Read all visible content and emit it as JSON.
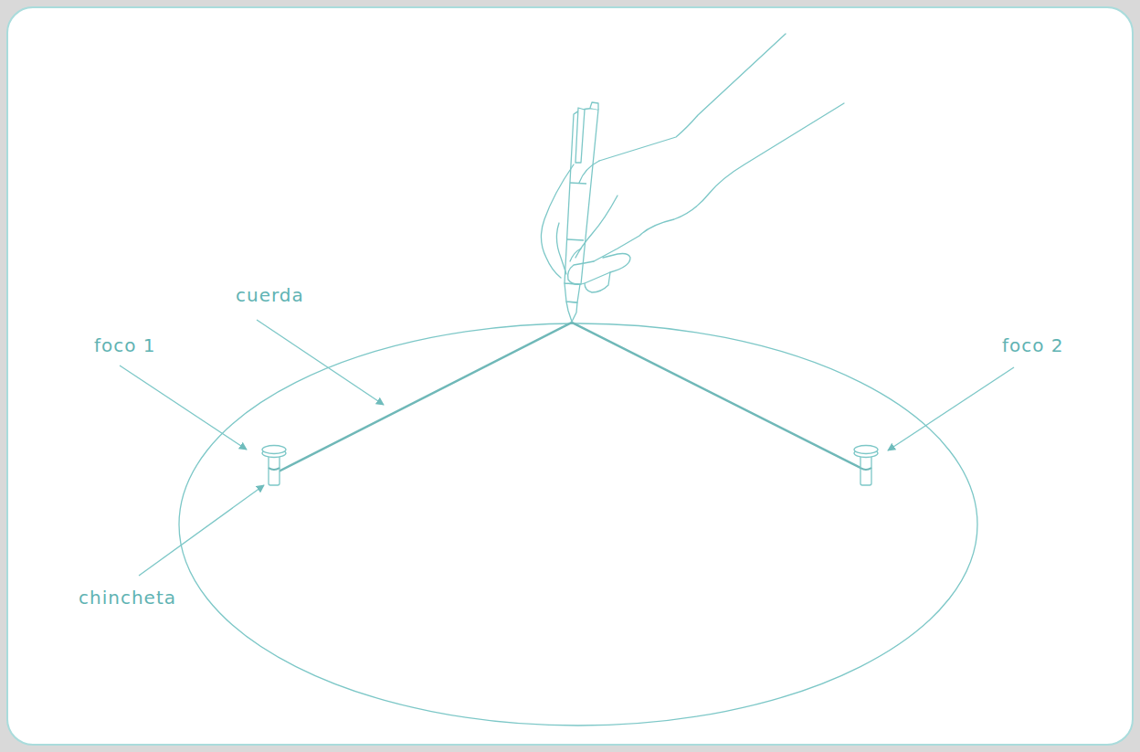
{
  "diagram": {
    "labels": [
      "cuerda",
      "foco 1",
      "foco 2",
      "chincheta"
    ]
  }
}
